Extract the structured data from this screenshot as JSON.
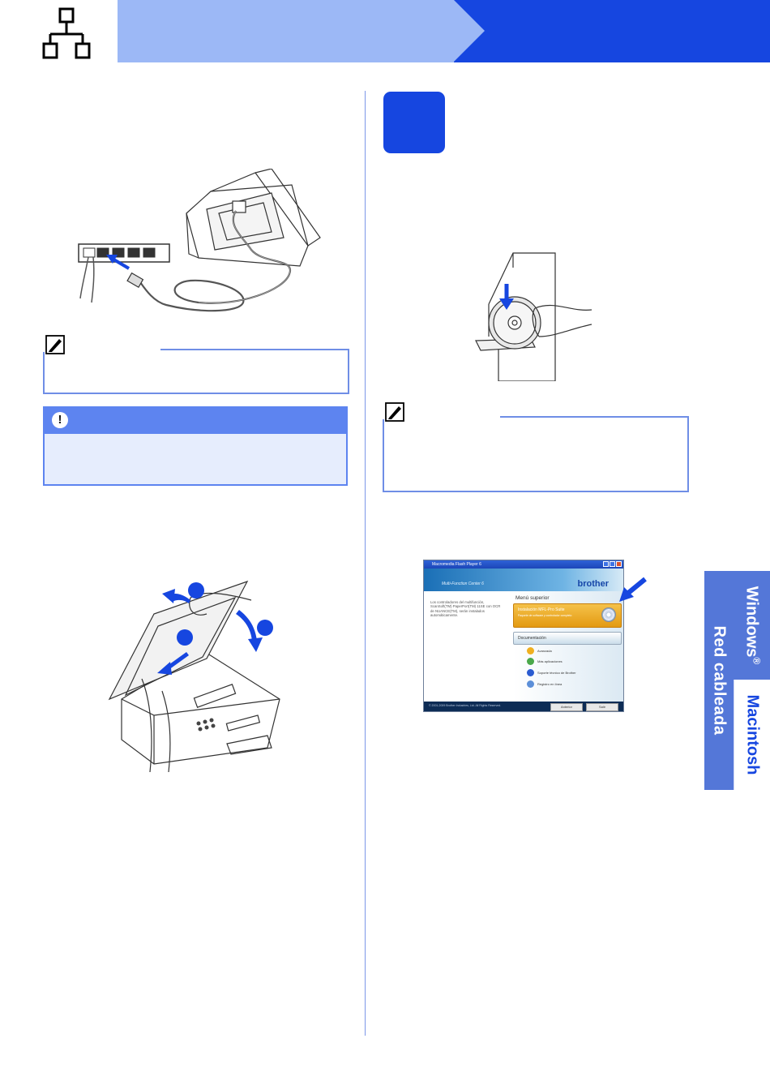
{
  "colors": {
    "brand_dark_blue": "#1646e0",
    "header_light_blue": "#9cb8f6",
    "note_border": "#6f8ee6",
    "important_header": "#5d84f0",
    "important_body": "#e6edfd",
    "tab_blue": "#5477d8"
  },
  "icons": {
    "header": "network-topology-icon",
    "note": "memo-pencil-icon",
    "important": "exclamation-icon",
    "circled_steps": "numbered-circle-marker"
  },
  "side_tabs": {
    "windows": "Windows",
    "registered": "®",
    "macintosh": "Macintosh",
    "red_cableada": "Red cableada"
  },
  "screen_dialog": {
    "window_title": "Macromedia Flash Player 6",
    "brand": "brother",
    "product": "Multi-Function Center 6",
    "left_text": "Los controladores del multifunción, ScanSoft(TM) PaperPort(TM) 11SE con OCR de NUANCE(TM), serán instalados automáticamente.",
    "menu_heading": "Menú superior",
    "install_button": "Instalación MFL-Pro Suite",
    "install_sub": "Paquete de software y controlador completo",
    "doc_button": "Documentación",
    "menu_items": [
      "Avanzada",
      "Más aplicaciones",
      "Soporte técnico de Brother",
      "Registro en línea"
    ],
    "copyright": "© 2001-2009 Brother Industries, Ltd. All Rights Reserved.",
    "back_button": "Anterior",
    "exit_button": "Salir"
  }
}
